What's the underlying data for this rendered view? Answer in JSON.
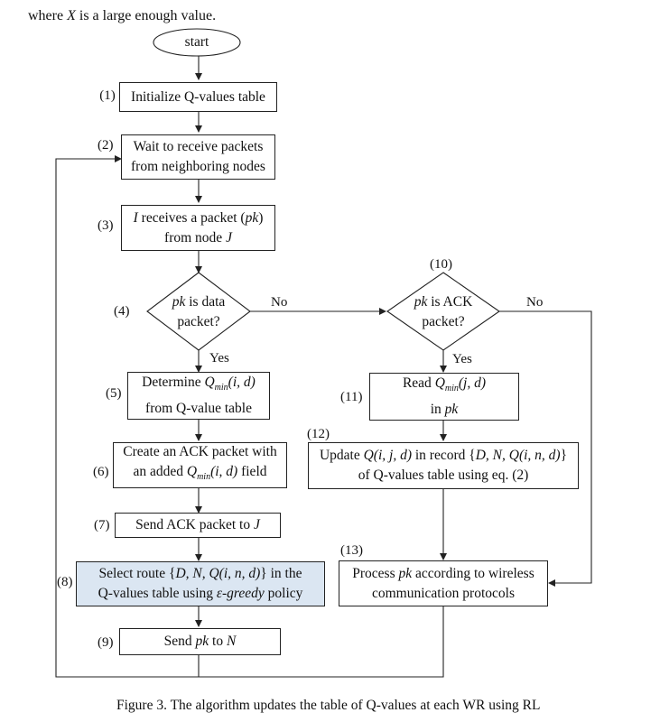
{
  "intro": {
    "prefix": "where ",
    "var": "X",
    "suffix": " is a large enough value."
  },
  "nodes": {
    "start": "start",
    "n1": "Initialize Q-values table",
    "n2_l1": "Wait to receive packets",
    "n2_l2": "from neighboring nodes",
    "n3_l1a": "I",
    "n3_l1b": " receives a packet (",
    "n3_l1c": "pk",
    "n3_l1d": ")",
    "n3_l2a": "from node ",
    "n3_l2b": "J",
    "n4_l1a": "pk",
    "n4_l1b": " is data",
    "n4_l2": "packet?",
    "n5_l1a": "Determine ",
    "n5_l1b": "Q",
    "n5_l1c": "min",
    "n5_l1d": "(i, d)",
    "n5_l2": "from Q-value table",
    "n6_l1": "Create an ACK packet with",
    "n6_l2a": "an added ",
    "n6_l2b": "Q",
    "n6_l2c": "min",
    "n6_l2d": "(i, d)",
    "n6_l2e": " field",
    "n7a": "Send ACK packet to ",
    "n7b": "J",
    "n8_l1a": "Select route {",
    "n8_l1b": "D, N, Q(i, n, d)",
    "n8_l1c": "} in the",
    "n8_l2a": "Q-values table using ",
    "n8_l2b": "ε-greedy",
    "n8_l2c": " policy",
    "n9a": "Send ",
    "n9b": "pk",
    "n9c": " to ",
    "n9d": "N",
    "n10_l1a": "pk",
    "n10_l1b": " is ACK",
    "n10_l2": "packet?",
    "n11_l1a": "Read ",
    "n11_l1b": "Q",
    "n11_l1c": "min",
    "n11_l1d": "(j, d)",
    "n11_l2a": "in ",
    "n11_l2b": "pk",
    "n12_l1a": "Update ",
    "n12_l1b": "Q(i, j, d)",
    "n12_l1c": " in record {",
    "n12_l1d": "D, N, Q(i, n, d)",
    "n12_l1e": "}",
    "n12_l2": "of Q-values table using eq. (2)",
    "n13_l1a": "Process ",
    "n13_l1b": "pk",
    "n13_l1c": " according to wireless",
    "n13_l2": "communication protocols"
  },
  "step_numbers": {
    "s1": "(1)",
    "s2": "(2)",
    "s3": "(3)",
    "s4": "(4)",
    "s5": "(5)",
    "s6": "(6)",
    "s7": "(7)",
    "s8": "(8)",
    "s9": "(9)",
    "s10": "(10)",
    "s11": "(11)",
    "s12": "(12)",
    "s13": "(13)"
  },
  "edge_labels": {
    "no1": "No",
    "yes1": "Yes",
    "no2": "No",
    "yes2": "Yes"
  },
  "caption": "Figure 3. The algorithm updates the table of Q-values at each WR using RL",
  "colors": {
    "highlight": "#dbe6f2",
    "line": "#222222"
  }
}
